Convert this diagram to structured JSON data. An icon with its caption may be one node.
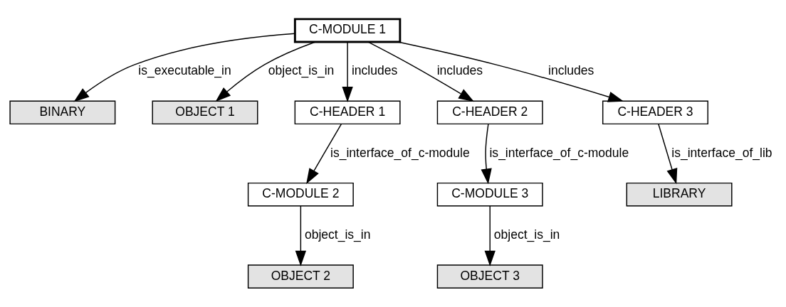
{
  "diagram": {
    "nodes": [
      {
        "text": [
          "C-MODULE 1"
        ]
      },
      {
        "text": [
          "BINARY"
        ]
      },
      {
        "text": [
          "OBJECT 1"
        ]
      },
      {
        "text": [
          "C-HEADER 1"
        ]
      },
      {
        "text": [
          "C-HEADER 2"
        ]
      },
      {
        "text": [
          "C-HEADER 3"
        ]
      },
      {
        "text": [
          "C-MODULE 2"
        ]
      },
      {
        "text": [
          "C-MODULE 3"
        ]
      },
      {
        "text": [
          "LIBRARY"
        ]
      },
      {
        "text": [
          "OBJECT 2"
        ]
      },
      {
        "text": [
          "OBJECT 3"
        ]
      }
    ],
    "edges": [
      {
        "from": 0,
        "to": 1,
        "arrow": "to",
        "label": "is_executable_in"
      },
      {
        "from": 0,
        "to": 2,
        "arrow": "to",
        "label": "object_is_in"
      },
      {
        "from": 0,
        "to": 3,
        "arrow": "to",
        "label": "includes"
      },
      {
        "from": 0,
        "to": 4,
        "arrow": "to",
        "label": "includes"
      },
      {
        "from": 0,
        "to": 5,
        "arrow": "to",
        "label": "includes"
      },
      {
        "from": 3,
        "to": 6,
        "arrow": "to",
        "label": "is_interface_of_c-module"
      },
      {
        "from": 4,
        "to": 7,
        "arrow": "to",
        "label": "is_interface_of_c-module"
      },
      {
        "from": 5,
        "to": 8,
        "arrow": "to",
        "label": "is_interface_of_lib"
      },
      {
        "from": 6,
        "to": 9,
        "arrow": "to",
        "label": "object_is_in"
      },
      {
        "from": 7,
        "to": 10,
        "arrow": "to",
        "label": "object_is_in"
      }
    ]
  }
}
